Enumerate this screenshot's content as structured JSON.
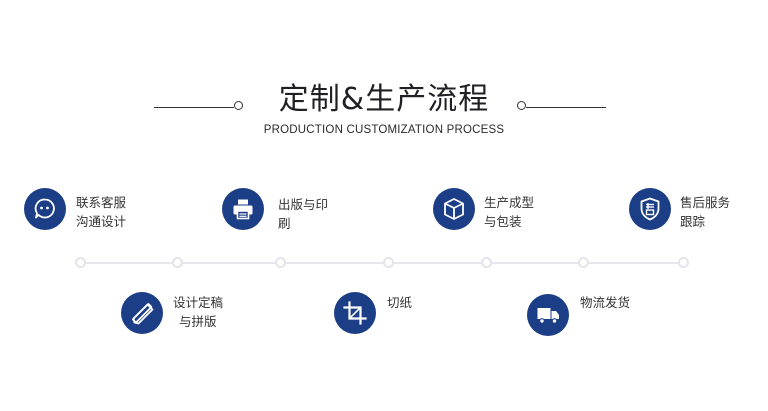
{
  "title": "定制&生产流程",
  "subtitle": "PRODUCTION CUSTOMIZATION PROCESS",
  "steps": [
    {
      "line1": "联系客服",
      "line2": "沟通设计",
      "icon": "chat-bubble-icon"
    },
    {
      "line1": "设计定稿",
      "line2": "与拼版",
      "icon": "pencil-ruler-icon"
    },
    {
      "line1": "出版与印",
      "line2": "刷",
      "icon": "printer-icon"
    },
    {
      "line1": "切纸",
      "line2": "",
      "icon": "crop-icon"
    },
    {
      "line1": "生产成型",
      "line2": "与包装",
      "icon": "box-icon"
    },
    {
      "line1": "物流发货",
      "line2": "",
      "icon": "truck-icon"
    },
    {
      "line1": "售后服务",
      "line2": "跟踪",
      "icon": "after-sales-shield-icon"
    }
  ],
  "colors": {
    "accent": "#1c3e86",
    "timeline": "#e6e7ec"
  }
}
